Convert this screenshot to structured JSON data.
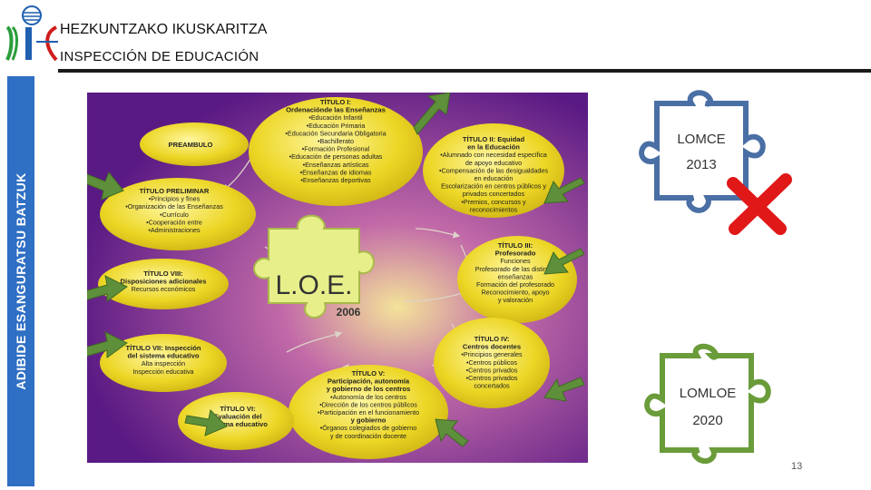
{
  "header": {
    "title": "HEZKUNTZAKO IKUSKARITZA",
    "subtitle": "INSPECCIÓN  DE  EDUCACIÓN"
  },
  "sidebar": {
    "label": "ADIBIDE ESANGURATSU BATZUK"
  },
  "colors": {
    "accent_blue": "#2f6fc4",
    "diagram_bg": "#6b1f8f",
    "ellipse_fill": "#e9d31f",
    "arrow_green": "#5e8f3a",
    "lomce_puzzle": "#4a6fa5",
    "lomloe_puzzle": "#6a9c3a",
    "cross_red": "#e01818"
  },
  "diagram": {
    "center": {
      "label": "L.O.E.",
      "year": "2006"
    },
    "nodes": [
      {
        "lines": [
          "TÍTULO I:",
          "Ordenaciónde las Enseñanzas",
          "•Educación Infantil",
          "•Educación Primaria",
          "•Educación Secundaria Obligatoria",
          "•Bachillerato",
          "•Formación Profesional",
          "•Educación de personas adultas",
          "•Enseñanzas artísticas",
          "•Enseñanzas de idiomas",
          "•Enseñanzas deportivas"
        ]
      },
      {
        "lines": [
          "PREAMBULO"
        ]
      },
      {
        "lines": [
          "TÍTULO II: Equidad",
          "en la Educación",
          "•Alumnado con necesidad específica",
          "de apoyo educativo",
          "•Compensación de las desigualdades",
          "en educación",
          "Escolarización en centros públicos y",
          "privados concertados",
          "•Premios, concursos y",
          "reconocimientos"
        ]
      },
      {
        "lines": [
          "TÍTULO PRELIMINAR",
          "•Principios y fines",
          "•Organización de las Enseñanzas",
          "•Currículo",
          "•Cooperación entre",
          "•Administraciones"
        ]
      },
      {
        "lines": [
          "TÍTULO VIII:",
          "Disposiciones adicionales",
          "Recursos económicos"
        ]
      },
      {
        "lines": [
          "TÍTULO III:",
          "Profesorado",
          "Funciones",
          "Profesorado de las distintas",
          "enseñanzas",
          "Formación del profesorado",
          "Reconocimiento, apoyo",
          "y valoración"
        ]
      },
      {
        "lines": [
          "TÍTULO VII: Inspección",
          "del sistema educativo",
          "Alta inspección",
          "Inspección educativa"
        ]
      },
      {
        "lines": [
          "TÍTULO IV:",
          "Centros docentes",
          "•Principios generales",
          "•Centros públicos",
          "•Centros privados",
          "•Centros privados",
          "concertados"
        ]
      },
      {
        "lines": [
          "TÍTULO V:",
          "Participación, autonomía",
          "y gobierno de los centros",
          "•Autonomía de los centros",
          "•Dirección de los centros públicos",
          "•Participación en el funcionamiento",
          "y gobierno",
          "•Órganos colegiados de gobierno",
          "y de coordinación docente"
        ]
      },
      {
        "lines": [
          "TÍTULO VI:",
          "Evaluación del",
          "sistema educativo"
        ]
      }
    ]
  },
  "puzzles": [
    {
      "lines": [
        "LOMCE",
        "2013"
      ],
      "icon": "puzzle-piece-icon",
      "status": "crossed-out"
    },
    {
      "lines": [
        "LOMLOE",
        "2020"
      ],
      "icon": "puzzle-piece-icon"
    }
  ],
  "page_number": "13"
}
